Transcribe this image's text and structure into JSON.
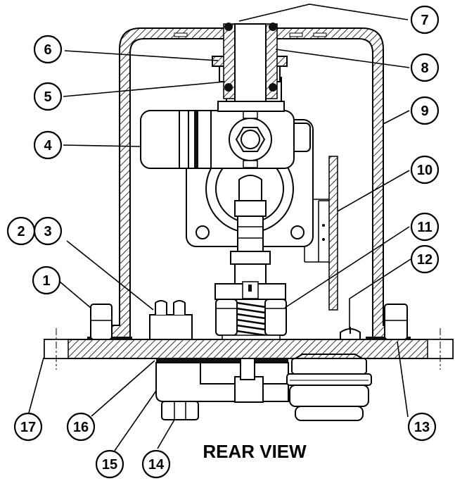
{
  "title": "REAR VIEW",
  "callouts": [
    "1",
    "2",
    "3",
    "4",
    "5",
    "6",
    "7",
    "8",
    "9",
    "10",
    "11",
    "12",
    "13",
    "14",
    "15",
    "16",
    "17"
  ],
  "colors": {
    "line": "#000000",
    "fill_dark": "#111111",
    "fill_light": "#ffffff"
  }
}
